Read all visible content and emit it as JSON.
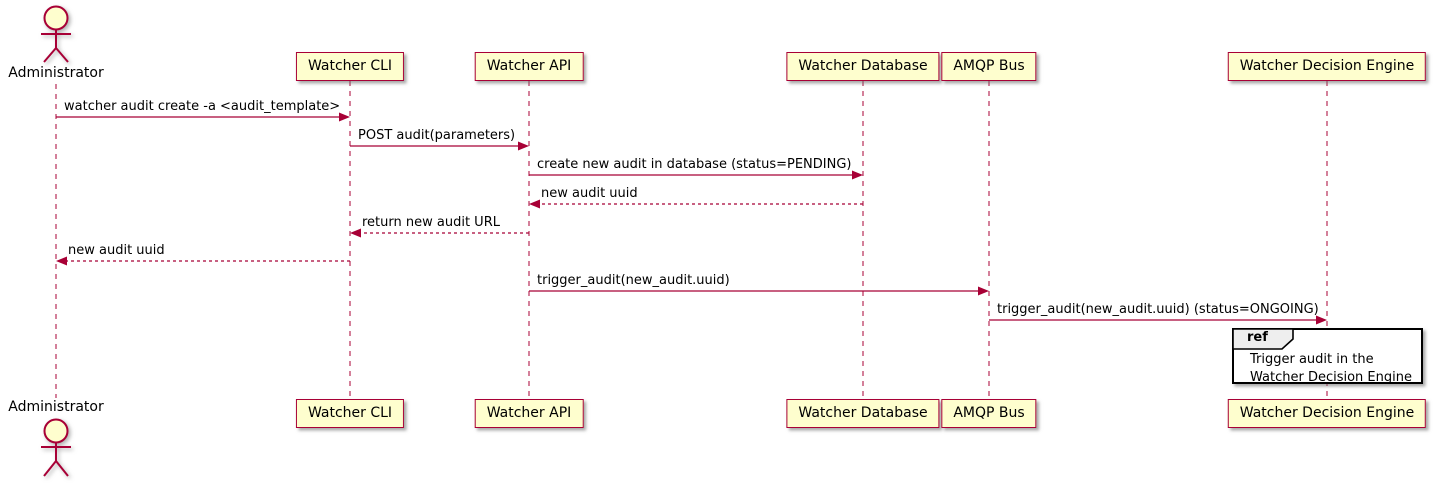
{
  "theme": {
    "background": "#FFFFFF",
    "participant_fill": "#FEFECE",
    "line_color": "#A80036",
    "text_color": "#000000",
    "ref_header_fill": "#EEEEEE",
    "ref_border_color": "#000000"
  },
  "actor": {
    "name": "Administrator"
  },
  "participants": [
    {
      "label": "Watcher CLI"
    },
    {
      "label": "Watcher API"
    },
    {
      "label": "Watcher Database"
    },
    {
      "label": "AMQP Bus"
    },
    {
      "label": "Watcher Decision Engine"
    }
  ],
  "messages": [
    {
      "from": "Administrator",
      "to": "Watcher CLI",
      "style": "solid",
      "text": "watcher audit create -a <audit_template>"
    },
    {
      "from": "Watcher CLI",
      "to": "Watcher API",
      "style": "solid",
      "text": "POST audit(parameters)"
    },
    {
      "from": "Watcher API",
      "to": "Watcher Database",
      "style": "solid",
      "text": "create new audit in database (status=PENDING)"
    },
    {
      "from": "Watcher Database",
      "to": "Watcher API",
      "style": "dashed",
      "text": "new audit uuid"
    },
    {
      "from": "Watcher API",
      "to": "Watcher CLI",
      "style": "dashed",
      "text": "return new audit URL"
    },
    {
      "from": "Watcher CLI",
      "to": "Administrator",
      "style": "dashed",
      "text": "new audit uuid"
    },
    {
      "from": "Watcher API",
      "to": "AMQP Bus",
      "style": "solid",
      "text": "trigger_audit(new_audit.uuid)"
    },
    {
      "from": "AMQP Bus",
      "to": "Watcher Decision Engine",
      "style": "solid",
      "text": "trigger_audit(new_audit.uuid) (status=ONGOING)"
    }
  ],
  "ref_fragment": {
    "keyword": "ref",
    "line1": "Trigger audit in the",
    "line2": "Watcher Decision Engine"
  }
}
